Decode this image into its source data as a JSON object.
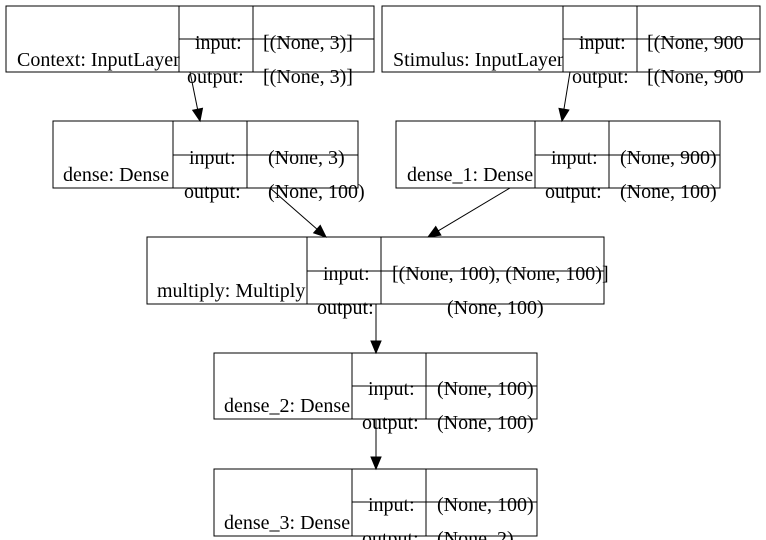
{
  "diagram": {
    "line_color": "#000000",
    "background": "#ffffff",
    "io_labels": {
      "input": "input:",
      "output": "output:"
    },
    "nodes": [
      {
        "id": "context",
        "name": "Context: InputLayer",
        "input": "[(None, 3)]",
        "output": "[(None, 3)]"
      },
      {
        "id": "stimulus",
        "name": "Stimulus: InputLayer",
        "input": "[(None, 900",
        "output": "[(None, 900"
      },
      {
        "id": "dense",
        "name": "dense: Dense",
        "input": "(None, 3)",
        "output": "(None, 100)"
      },
      {
        "id": "dense_1",
        "name": "dense_1: Dense",
        "input": "(None, 900)",
        "output": "(None, 100)"
      },
      {
        "id": "multiply",
        "name": "multiply: Multiply",
        "input": "[(None, 100), (None, 100)]",
        "output": "(None, 100)"
      },
      {
        "id": "dense_2",
        "name": "dense_2: Dense",
        "input": "(None, 100)",
        "output": "(None, 100)"
      },
      {
        "id": "dense_3",
        "name": "dense_3: Dense",
        "input": "(None, 100)",
        "output": "(None, 2)"
      }
    ],
    "edges": [
      {
        "from": "context",
        "to": "dense"
      },
      {
        "from": "stimulus",
        "to": "dense_1"
      },
      {
        "from": "dense",
        "to": "multiply"
      },
      {
        "from": "dense_1",
        "to": "multiply"
      },
      {
        "from": "multiply",
        "to": "dense_2"
      },
      {
        "from": "dense_2",
        "to": "dense_3"
      }
    ]
  }
}
